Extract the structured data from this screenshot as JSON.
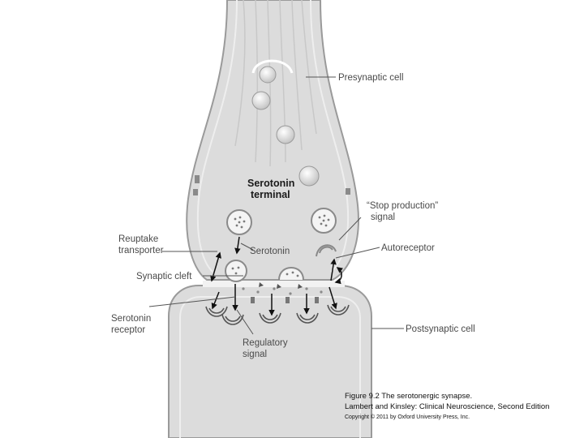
{
  "labels": {
    "presynaptic_cell": "Presynaptic cell",
    "serotonin_terminal_1": "Serotonin",
    "serotonin_terminal_2": "terminal",
    "stop_production_1": "“Stop production”",
    "stop_production_2": "signal",
    "reuptake_1": "Reuptake",
    "reuptake_2": "transporter",
    "serotonin": "Serotonin",
    "autoreceptor": "Autoreceptor",
    "synaptic_cleft": "Synaptic cleft",
    "serotonin_receptor_1": "Serotonin",
    "serotonin_receptor_2": "receptor",
    "postsynaptic_cell": "Postsynaptic cell",
    "regulatory_1": "Regulatory",
    "regulatory_2": "signal"
  },
  "caption": {
    "line1": "Figure 9.2  The serotonergic synapse.",
    "line2": "Lambert and Kinsley: Clinical Neuroscience, Second Edition",
    "line3": "Copyright © 2011 by Oxford University Press, Inc."
  },
  "colors": {
    "cell_fill": "#dcdcdc",
    "cell_outline": "#9a9a9a",
    "leader_line": "#555555",
    "arrow": "#111111"
  }
}
